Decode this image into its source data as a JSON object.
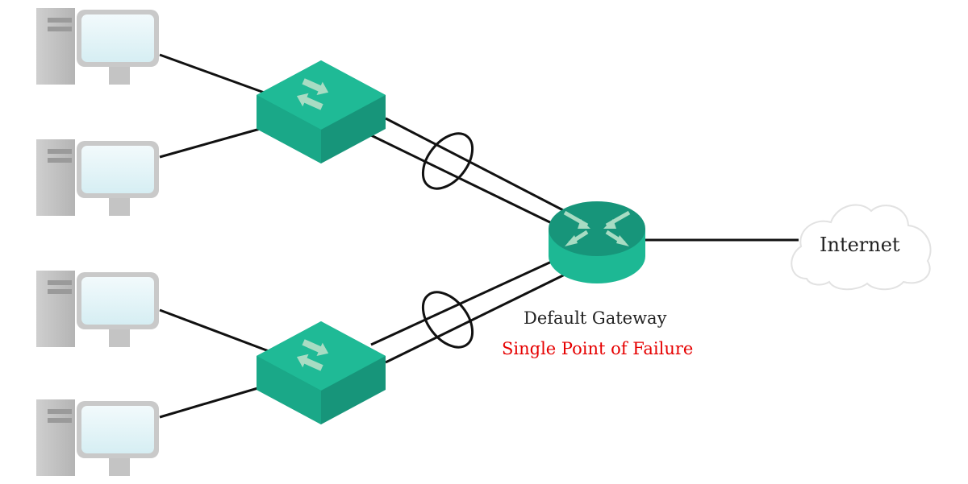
{
  "labels": {
    "gateway": "Default Gateway",
    "spof": "Single Point of Failure",
    "internet": "Internet"
  },
  "colors": {
    "spof_text": "#e60000",
    "device_green": "#1db894",
    "device_green_dark": "#17957a",
    "arrow": "#a8dcc3",
    "monitor_screen": "#e4f4f7",
    "computer_gray": "#bdbdbd"
  },
  "nodes": {
    "hosts": [
      "pc-1",
      "pc-2",
      "pc-3",
      "pc-4"
    ],
    "switches": [
      "switch-top",
      "switch-bottom"
    ],
    "router": "router",
    "cloud": "cloud"
  },
  "links": [
    {
      "from": "pc-1",
      "to": "switch-top"
    },
    {
      "from": "pc-2",
      "to": "switch-top"
    },
    {
      "from": "pc-3",
      "to": "switch-bottom"
    },
    {
      "from": "pc-4",
      "to": "switch-bottom"
    },
    {
      "from": "switch-top",
      "to": "router",
      "bundled": true
    },
    {
      "from": "switch-bottom",
      "to": "router",
      "bundled": true
    },
    {
      "from": "router",
      "to": "cloud"
    }
  ]
}
